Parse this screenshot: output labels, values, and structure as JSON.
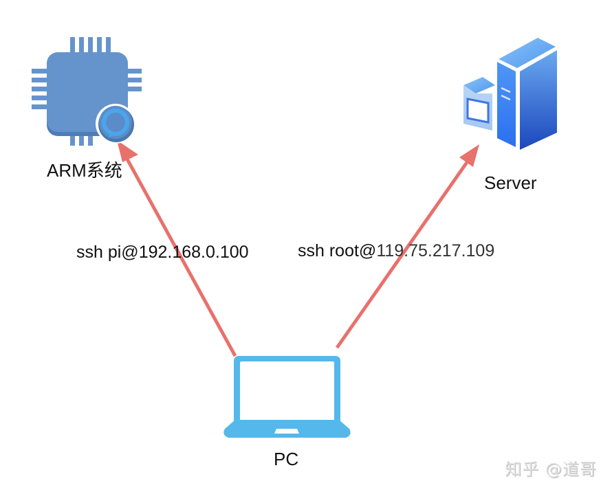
{
  "diagram": {
    "nodes": [
      {
        "id": "arm",
        "label": "ARM系统",
        "icon": "cpu-chip-icon"
      },
      {
        "id": "server",
        "label": "Server",
        "icon": "server-tower-icon"
      },
      {
        "id": "pc",
        "label": "PC",
        "icon": "laptop-icon"
      }
    ],
    "edges": [
      {
        "from": "pc",
        "to": "arm",
        "label_prefix": "ssh pi@",
        "label_ip": "192.168.0.100"
      },
      {
        "from": "pc",
        "to": "server",
        "label_prefix": "ssh root@",
        "label_ip": "119.75.217.109"
      }
    ],
    "colors": {
      "arrow": "#e8716c",
      "chip": "#6594cc",
      "chip_badge": "#4aa6ea",
      "laptop": "#55b8ea",
      "server_dark": "#1f4fc4",
      "server_light": "#5aa2f2"
    }
  },
  "watermark": "知乎 @道哥"
}
